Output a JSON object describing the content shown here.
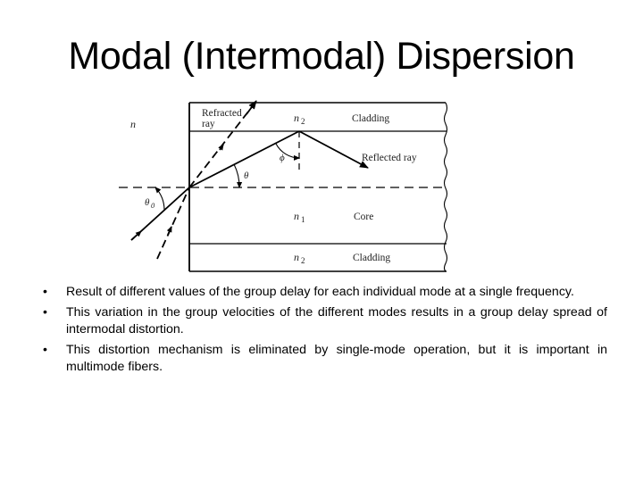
{
  "slide": {
    "title": "Modal (Intermodal) Dispersion"
  },
  "diagram": {
    "labels": {
      "outside_medium": "n",
      "refracted_ray_line1": "Refracted",
      "refracted_ray_line2": "ray",
      "top_cladding_index": "n",
      "top_cladding_index_sub": "2",
      "top_cladding_name": "Cladding",
      "reflected_ray": "Reflected ray",
      "phi": "ϕ",
      "theta": "θ",
      "theta0": "θ",
      "theta0_sub": "0",
      "core_index": "n",
      "core_index_sub": "1",
      "core_name": "Core",
      "bottom_cladding_index": "n",
      "bottom_cladding_index_sub": "2",
      "bottom_cladding_name": "Cladding"
    },
    "colors": {
      "stroke": "#000000",
      "text": "#222222"
    }
  },
  "bullets": [
    {
      "marker": "•",
      "text": "Result of different values of the group delay for each individual mode at a single frequency."
    },
    {
      "marker": "•",
      "text": "This variation in the group velocities of the different modes results in a group delay spread of intermodal distortion."
    },
    {
      "marker": "•",
      "text": "This distortion mechanism is eliminated by single-mode operation, but it is important in multimode fibers."
    }
  ]
}
